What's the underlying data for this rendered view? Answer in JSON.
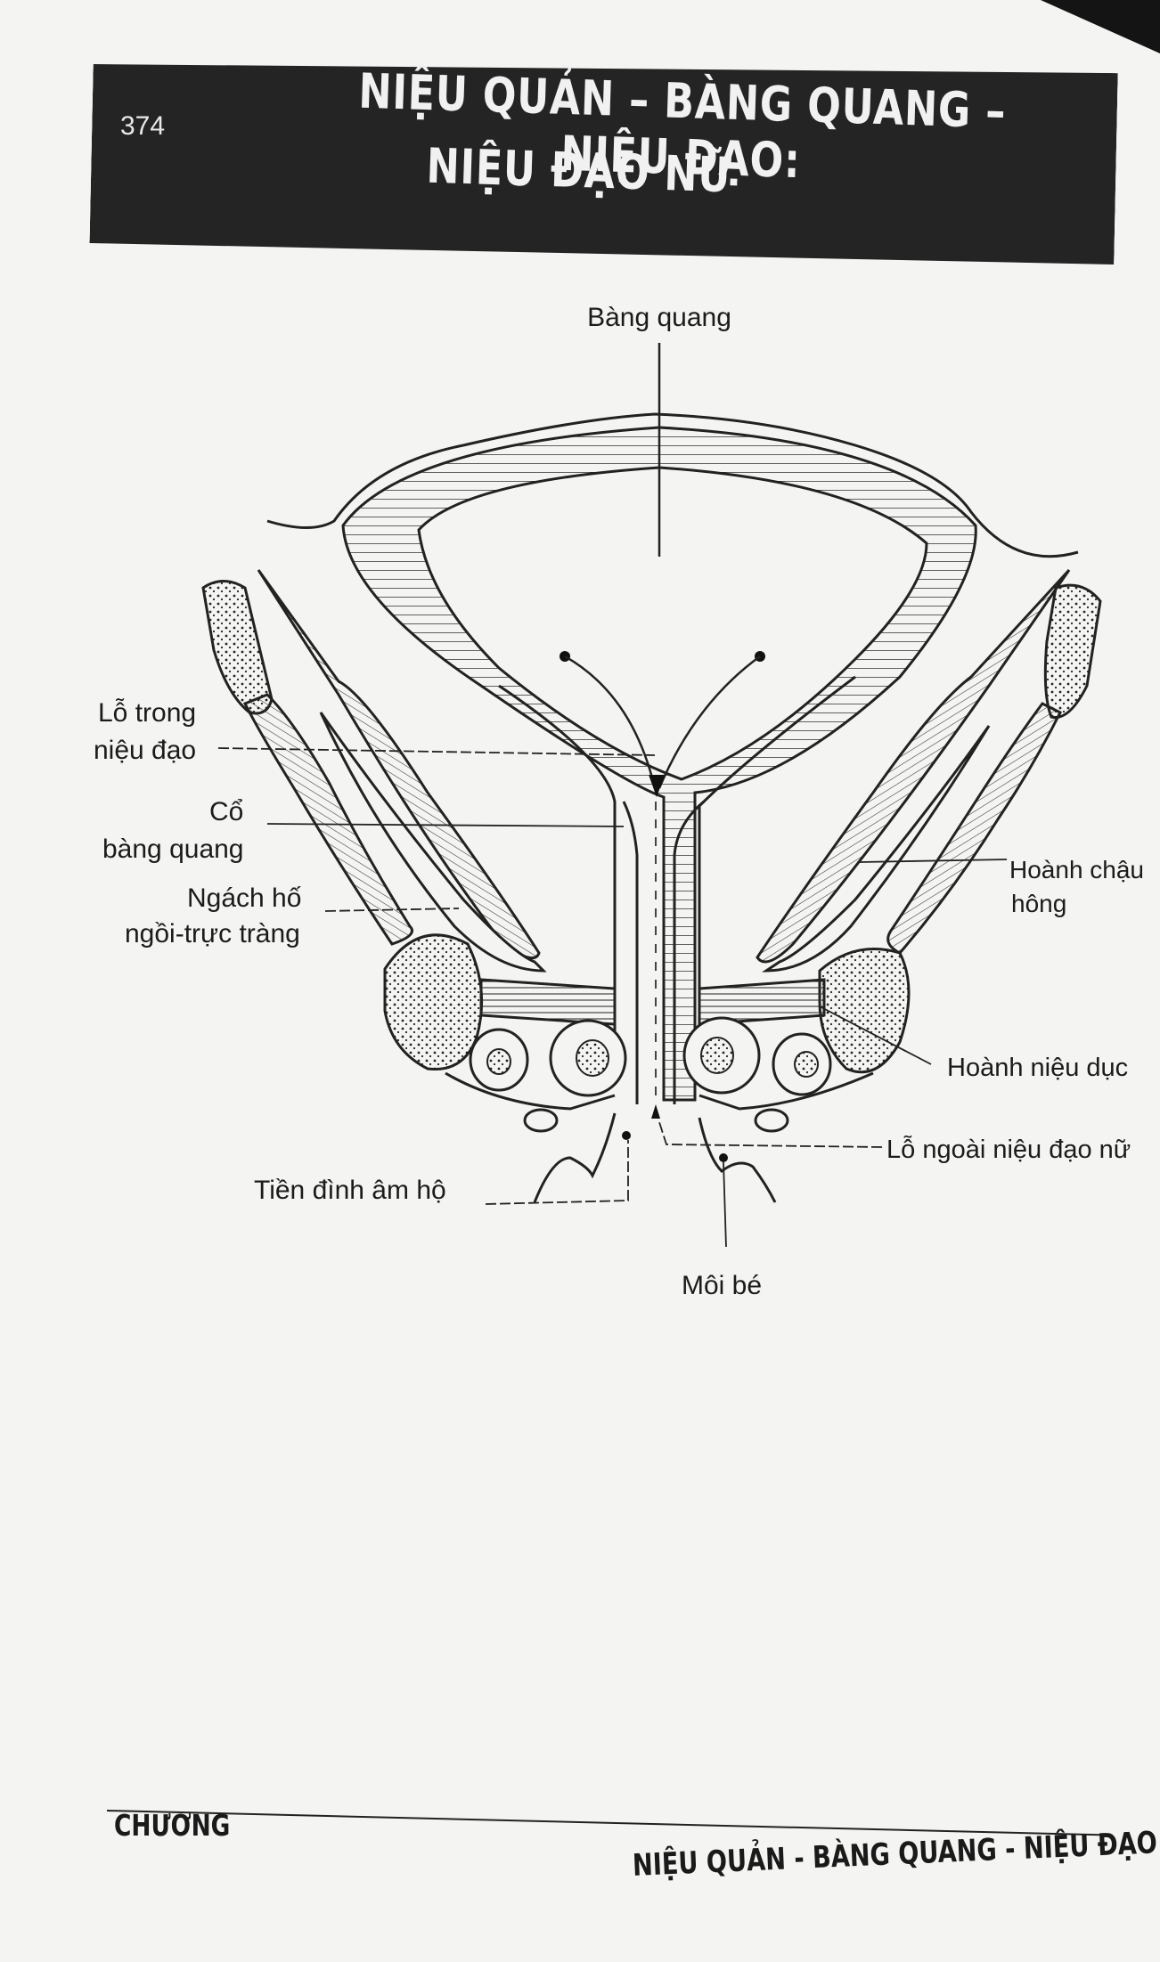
{
  "header": {
    "page_number": "374",
    "title_line1": "NIỆU QUẢN – BÀNG QUANG – NIỆU ĐẠO:",
    "title_line2": "NIỆU ĐẠO NỮ"
  },
  "labels": {
    "bladder": "Bàng quang",
    "internal_orifice_l1": "Lỗ trong",
    "internal_orifice_l2": "niệu đạo",
    "bladder_neck_l1": "Cổ",
    "bladder_neck_l2": "bàng quang",
    "ischiorectal_l1": "Ngách hố",
    "ischiorectal_l2": "ngồi-trực tràng",
    "pelvic_diaphragm_l1": "Hoành chậu",
    "pelvic_diaphragm_l2": "hông",
    "urogenital_diaphragm": "Hoành niệu dục",
    "external_orifice": "Lỗ ngoài niệu đạo nữ",
    "vestibule": "Tiền đình âm hộ",
    "labia_minora": "Môi bé"
  },
  "footer": {
    "chapter": "CHƯƠNG",
    "running_title": "NIỆU QUẢN - BÀNG QUANG - NIỆU ĐẠO"
  }
}
